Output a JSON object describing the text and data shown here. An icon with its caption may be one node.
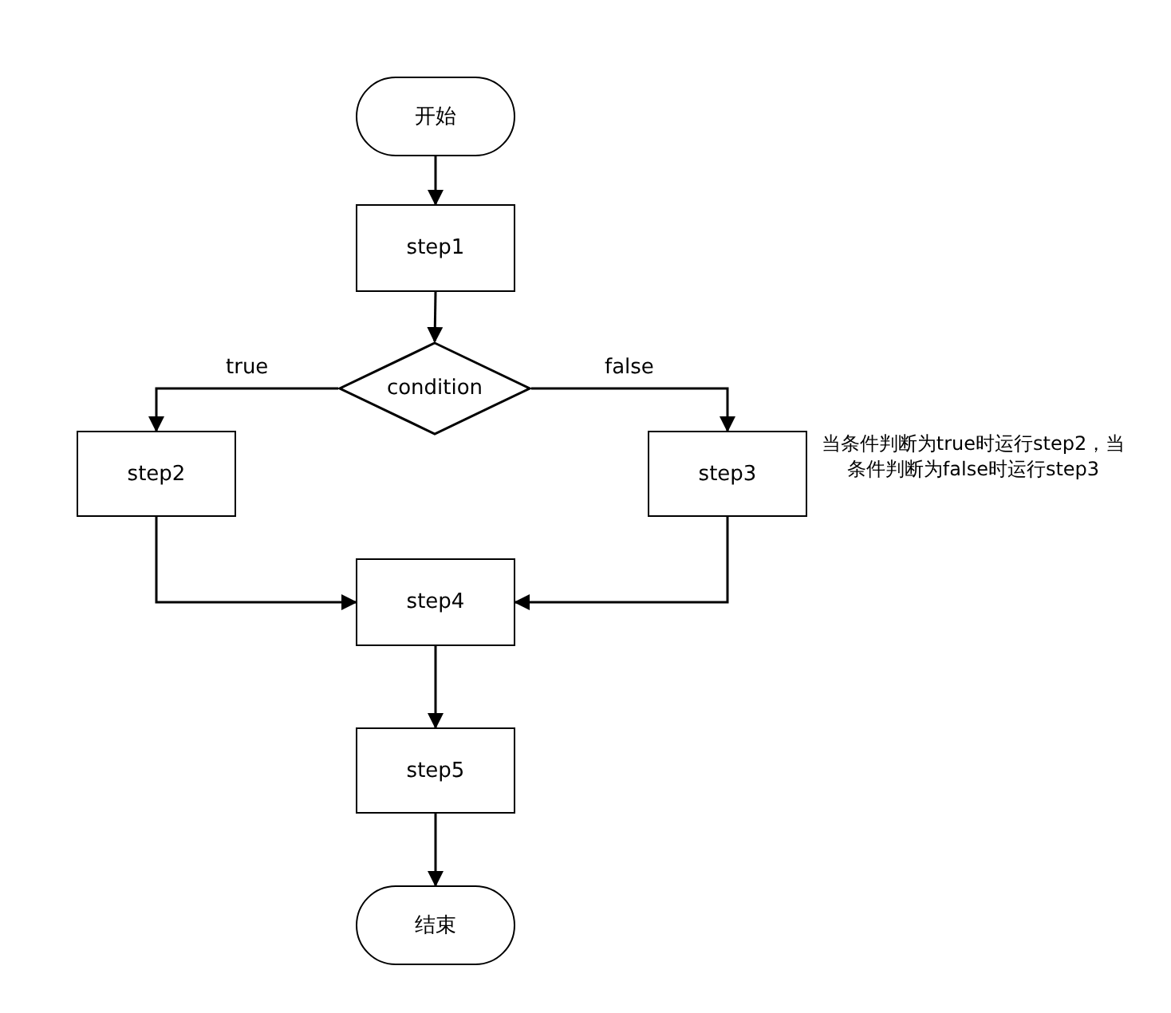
{
  "diagram": {
    "nodes": [
      {
        "text": [
          "开始"
        ]
      },
      {
        "text": [
          "step1"
        ]
      },
      {
        "text": [
          "condition"
        ]
      },
      {
        "text": [
          "step2"
        ]
      },
      {
        "text": [
          "step3"
        ]
      },
      {
        "text": [
          "step4"
        ]
      },
      {
        "text": [
          "step5"
        ]
      },
      {
        "text": [
          "结束"
        ]
      }
    ],
    "edges": [
      {
        "from": 0,
        "to": 1,
        "arrow": "to"
      },
      {
        "from": 1,
        "to": 2,
        "arrow": "to"
      },
      {
        "from": 2,
        "to": 3,
        "arrow": "to",
        "label": "true"
      },
      {
        "from": 2,
        "to": 4,
        "arrow": "to",
        "label": "false"
      },
      {
        "from": 3,
        "to": 5,
        "arrow": "to"
      },
      {
        "from": 4,
        "to": 5,
        "arrow": "to"
      },
      {
        "from": 5,
        "to": 6,
        "arrow": "to"
      },
      {
        "from": 6,
        "to": 7,
        "arrow": "to"
      }
    ],
    "labels": [
      "当条件判断为true时运行step2，当条件判断为false时运行step3"
    ]
  }
}
